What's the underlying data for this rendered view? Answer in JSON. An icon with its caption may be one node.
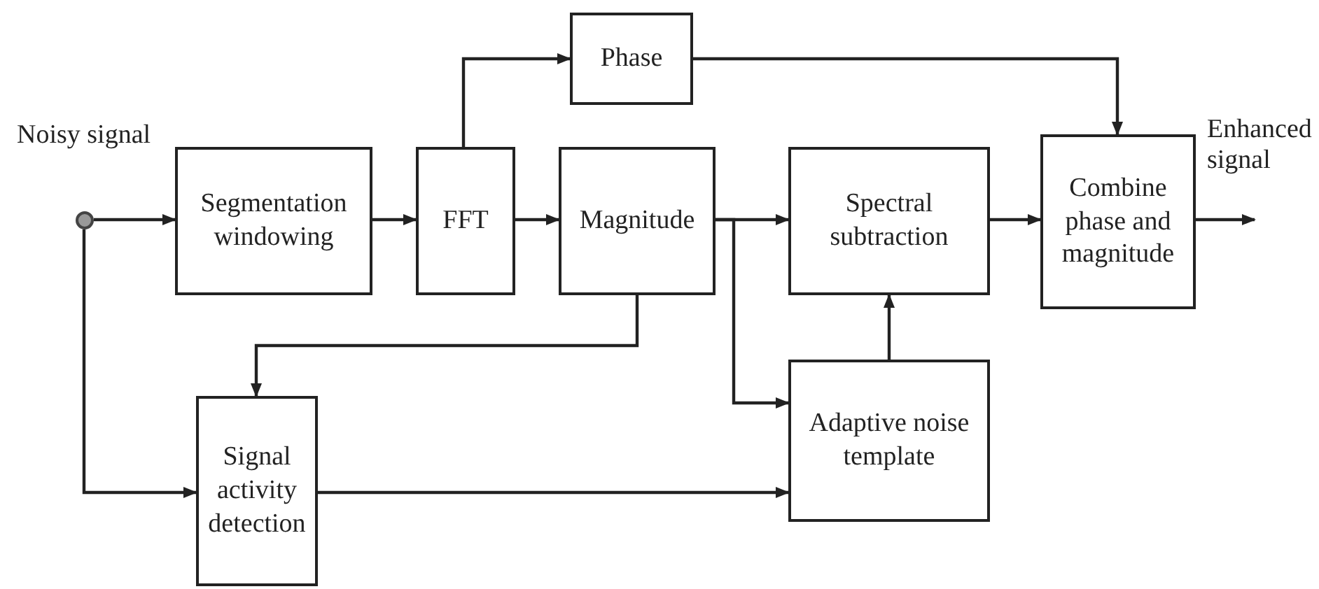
{
  "diagram": {
    "nodes": [
      {
        "text": [],
        "shape": "circle"
      },
      {
        "text": [
          "Segmentation windowing"
        ]
      },
      {
        "text": [
          "FFT"
        ]
      },
      {
        "text": [
          "Phase"
        ]
      },
      {
        "text": [
          "Magnitude"
        ]
      },
      {
        "text": [
          "Spectral subtraction"
        ]
      },
      {
        "text": [
          "Combine phase and magnitude"
        ]
      },
      {
        "text": [
          "Signal activity detection"
        ]
      },
      {
        "text": [
          "Adaptive noise template"
        ]
      }
    ],
    "edges": [
      {
        "from": 0,
        "to": 1,
        "arrow": "to"
      },
      {
        "from": 1,
        "to": 2,
        "arrow": "to"
      },
      {
        "from": 2,
        "to": 3,
        "arrow": "to"
      },
      {
        "from": 2,
        "to": 4,
        "arrow": "to"
      },
      {
        "from": 3,
        "to": 6,
        "arrow": "to"
      },
      {
        "from": 4,
        "to": 5,
        "arrow": "to"
      },
      {
        "from": 4,
        "to": 8,
        "arrow": "to"
      },
      {
        "from": 4,
        "to": 7,
        "arrow": "to"
      },
      {
        "from": 0,
        "to": 7,
        "arrow": "to"
      },
      {
        "from": 7,
        "to": 8,
        "arrow": "to"
      },
      {
        "from": 8,
        "to": 5,
        "arrow": "to"
      },
      {
        "from": 5,
        "to": 6,
        "arrow": "to"
      },
      {
        "from": 6,
        "to": null,
        "arrow": "to"
      }
    ],
    "labels": [
      "Noisy signal",
      "Enhanced signal"
    ]
  }
}
